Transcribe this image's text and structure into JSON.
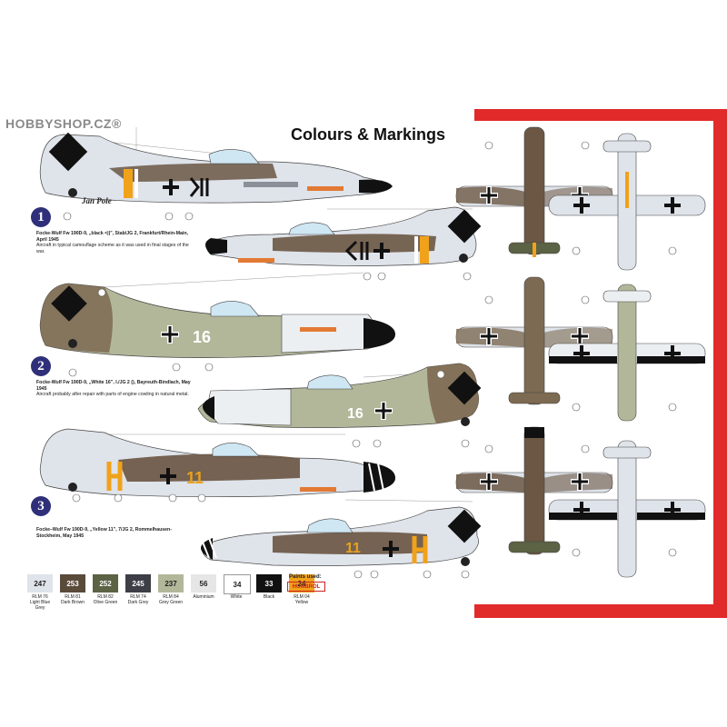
{
  "watermark": "HOBBYSHOP.CZ®",
  "title": "Colours & Markings",
  "schemes": [
    {
      "number": "1",
      "heading": "Focke-Wulf Fw 190D-9, „black <||”, Stab/JG 2, Frankfurt/Rhein-Main, April 1945",
      "note": "Aircraft in typical camouflage scheme as it was used in final stages of the war.",
      "nose_art": "Jan Pole",
      "marking": "<||"
    },
    {
      "number": "2",
      "heading": "Focke-Wulf Fw 190D-9, „White 16”, I./JG 2 (), Bayreuth-Bindlach, May 1945",
      "note": "Aircraft probably after repair with parts of engine cowling in natural metal.",
      "marking": "16"
    },
    {
      "number": "3",
      "heading": "Focke–Wulf Fw 190D-9, „Yellow 11”, 7/JG 2, Rommelhausen-Stockheim, May 1945",
      "marking": "11"
    }
  ],
  "paints": [
    {
      "code": "247",
      "rlm": "RLM 76",
      "name": "Light Blue Grey",
      "color": "#dfe3ea",
      "text": "#222222"
    },
    {
      "code": "253",
      "rlm": "RLM 81",
      "name": "Dark Brown",
      "color": "#5a4a3a",
      "text": "#ffffff"
    },
    {
      "code": "252",
      "rlm": "RLM 82",
      "name": "Olive Green",
      "color": "#5c6244",
      "text": "#ffffff"
    },
    {
      "code": "245",
      "rlm": "RLM 74",
      "name": "Dark Grey",
      "color": "#3c3f45",
      "text": "#ffffff"
    },
    {
      "code": "237",
      "rlm": "RLM 84",
      "name": "Grey Green",
      "color": "#b3b79a",
      "text": "#222222"
    },
    {
      "code": "56",
      "rlm": "",
      "name": "Aluminium",
      "color": "#e6e6e6",
      "text": "#222222"
    },
    {
      "code": "34",
      "rlm": "",
      "name": "White",
      "color": "#ffffff",
      "text": "#222222"
    },
    {
      "code": "33",
      "rlm": "",
      "name": "Black",
      "color": "#111111",
      "text": "#ffffff"
    },
    {
      "code": "24",
      "rlm": "RLM 04",
      "name": "Yellow",
      "color": "#f1a21b",
      "text": "#222222"
    }
  ],
  "paints_used_label": "Paints used:",
  "brand": "HUMBROL",
  "colors": {
    "accent_red": "#e12a2a",
    "scheme_badge": "#2f2f7a",
    "rlm76": "#dfe3ea",
    "rlm81": "#6b5744",
    "rlm82": "#5c6244",
    "rlm84": "#b3b79a"
  }
}
